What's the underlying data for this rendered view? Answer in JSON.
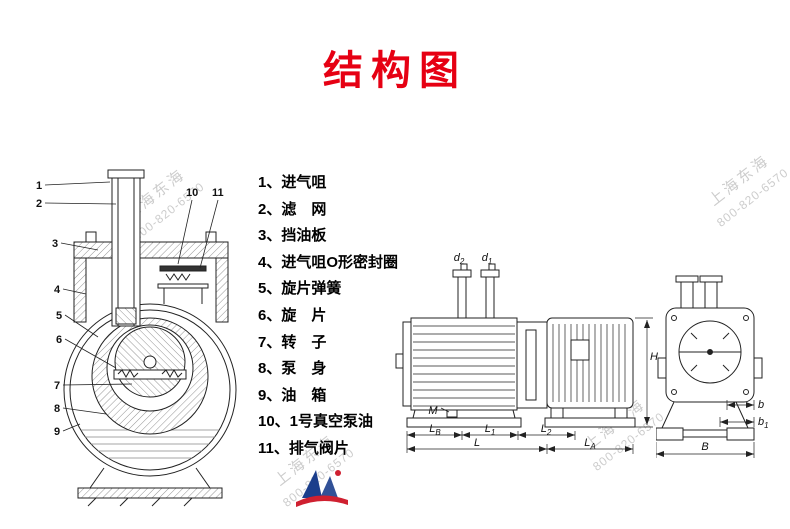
{
  "title": "结构图",
  "parts_list": [
    "1、进气咀",
    "2、滤　网",
    "3、挡油板",
    "4、进气咀O形密封圈",
    "5、旋片弹簧",
    "6、旋　片",
    "7、转　子",
    "8、泵　身",
    "9、油　箱",
    "10、1号真空泵油",
    "11、排气阀片"
  ],
  "callouts": [
    "1",
    "2",
    "3",
    "4",
    "5",
    "6",
    "7",
    "8",
    "9",
    "10",
    "11"
  ],
  "dims": {
    "d2": {
      "base": "d",
      "sub": "2"
    },
    "d1": {
      "base": "d",
      "sub": "1"
    },
    "h": "H",
    "m": "M",
    "l1": {
      "base": "L",
      "sub": "1"
    },
    "l2": {
      "base": "L",
      "sub": "2"
    },
    "lb": {
      "base": "L",
      "sub": "B"
    },
    "l": "L",
    "la": {
      "base": "L",
      "sub": "A"
    },
    "b_small": "b",
    "b1": {
      "base": "b",
      "sub": "1"
    },
    "b_cap": "B"
  },
  "watermark": {
    "name": "上海东海",
    "phone": "800-820-6570"
  },
  "colors": {
    "title_red": "#e60013",
    "logo_blue": "#1b3e8c",
    "logo_red": "#cf2030"
  }
}
